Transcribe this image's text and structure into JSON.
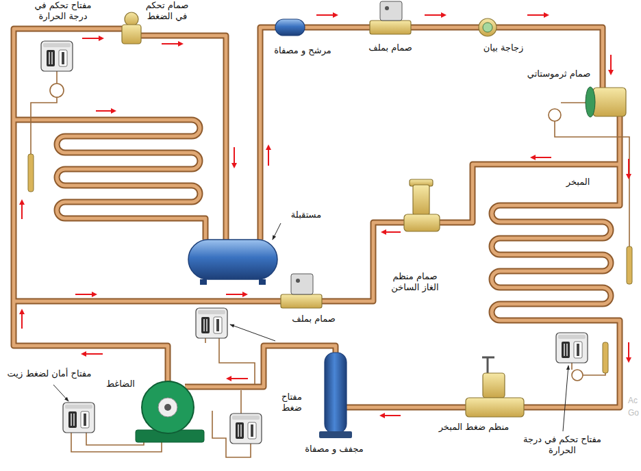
{
  "diagram": {
    "labels": [
      "مفتاح تحكم في درجة الحرارة",
      "صمام تحكم في الضغط",
      "مرشح و مصفاة",
      "صمام بملف",
      "زجاجة بيان",
      "صمام ثرموستاتي",
      "المبخر",
      "مستقبلة",
      "صمام منظم الغاز الساخن",
      "صمام بملف",
      "مفتاح أمان لضغط زيت",
      "الضاغط",
      "مفتاح ضغط",
      "مجفف و مصفاة",
      "منظم ضغط المبخر",
      "مفتاح تحكم في درجة الحرارة",
      "Ac",
      "Go"
    ]
  }
}
